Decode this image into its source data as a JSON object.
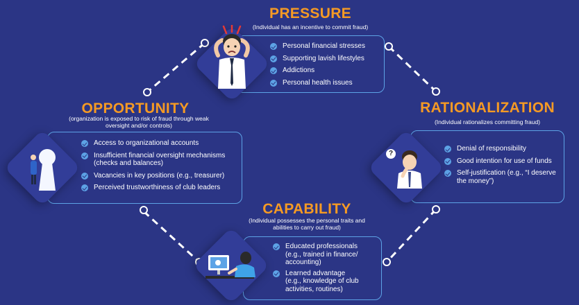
{
  "pressure": {
    "title": "PRESSURE",
    "subtitle": "(Individual has an incentive to commit fraud)",
    "items": [
      "Personal financial stresses",
      "Supporting lavish lifestyles",
      "Addictions",
      "Personal health issues"
    ],
    "illustration_icon": "stressed-man-icon"
  },
  "opportunity": {
    "title": "OPPORTUNITY",
    "subtitle_line1": "(organization is exposed to risk of fraud through weak",
    "subtitle_line2": "oversight and/or controls)",
    "items": [
      "Access to organizational accounts",
      "Insufficient financial oversight mechanisms",
      "(checks and balances)",
      "Vacancies in key positions (e.g., treasurer)",
      "Perceived trustworthiness of club leaders"
    ],
    "illustration_icon": "keyhole-person-icon"
  },
  "rationalization": {
    "title": "RATIONALIZATION",
    "subtitle": "(Individual rationalizes committing fraud)",
    "items": [
      "Denial of responsibility",
      "Good intention for use of funds",
      "Self-justification (e.g., “I deserve",
      "the money”)"
    ],
    "illustration_icon": "thinking-man-icon",
    "question_mark": "?"
  },
  "capability": {
    "title": "CAPABILITY",
    "subtitle_line1": "(Individual possesses the personal traits and",
    "subtitle_line2": "abilities to carry out fraud)",
    "items": [
      "Educated professionals",
      "(e.g., trained in finance/",
      "accounting)",
      "Learned advantage",
      "(e.g., knowledge of club",
      "activities, routines)"
    ],
    "illustration_icon": "person-at-computer-icon"
  },
  "colors": {
    "background": "#2b3585",
    "title": "#f59a24",
    "accent": "#5da3e6",
    "text": "#ffffff"
  }
}
